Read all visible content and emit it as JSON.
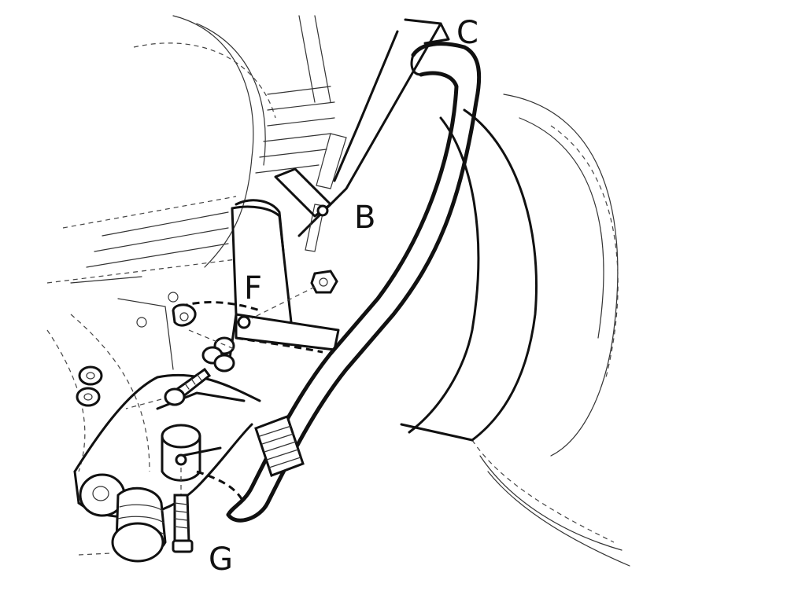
{
  "labels": {
    "c": "C",
    "b": "B",
    "f": "F",
    "g": "G"
  },
  "colors": {
    "ink": "#111111",
    "paper": "#ffffff"
  }
}
